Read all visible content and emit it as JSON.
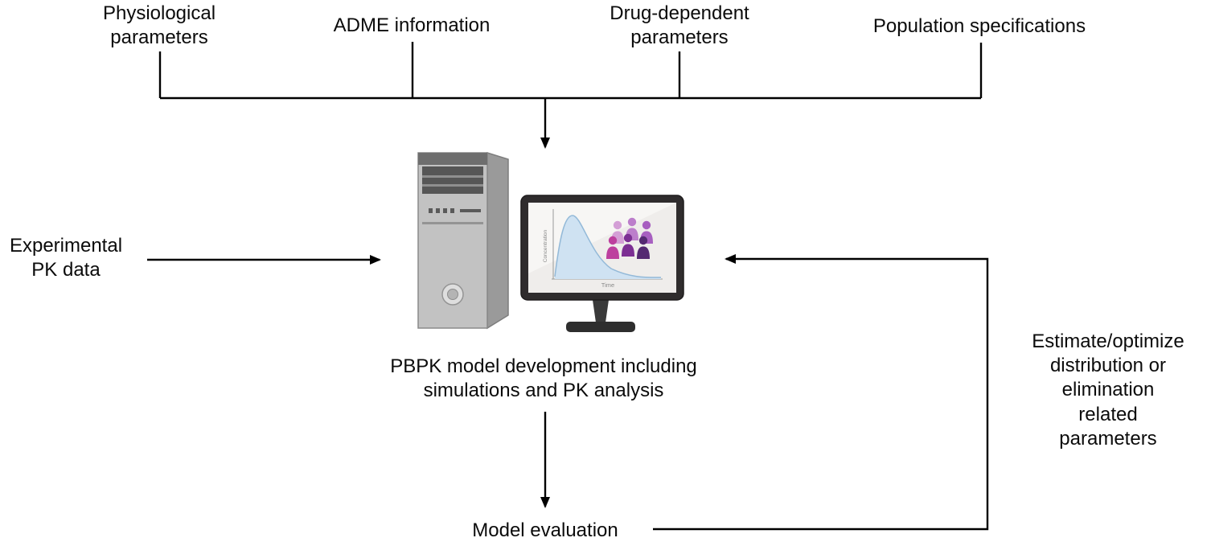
{
  "nodes": {
    "physiological": "Physiological\nparameters",
    "adme": "ADME information",
    "drug_dependent": "Drug-dependent\nparameters",
    "population": "Population specifications",
    "experimental_pk": "Experimental\nPK data",
    "pbpk_model": "PBPK model development including\nsimulations and PK analysis",
    "model_evaluation": "Model evaluation",
    "estimate_optimize": "Estimate/optimize\ndistribution or\nelimination related\nparameters"
  },
  "monitor_chart": {
    "type": "area",
    "ylabel": "Concentration",
    "xlabel": "Time"
  },
  "colors": {
    "line": "#000000",
    "text": "#0b0b0b",
    "tower_gray": "#c2c2c2",
    "monitor_bezel": "#2f2c2d",
    "curve_fill": "#cfe2f2",
    "curve_stroke": "#93b9d8",
    "people_palette": [
      "#d49fd6",
      "#bc7ecb",
      "#a75fc0",
      "#bd3f9e",
      "#7c2f93",
      "#552a72"
    ]
  }
}
